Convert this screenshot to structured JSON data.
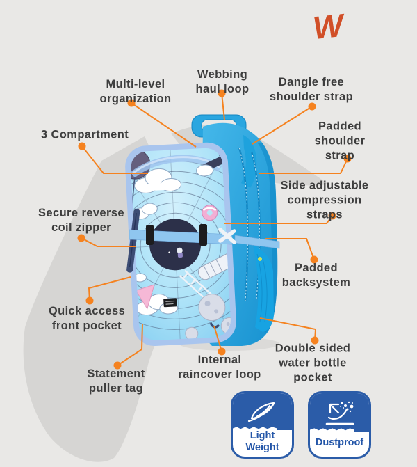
{
  "logo": {
    "letter": "W",
    "color": "#d14f28"
  },
  "colors": {
    "background": "#e9e8e6",
    "silhouette": "#d6d5d3",
    "callout_accent": "#f5821f",
    "label_text": "#3d3d3d",
    "backpack_blue": "#2aa7e1",
    "panel_periwinkle": "#a9c5ee",
    "print_cyan": "#b7e7f8",
    "badge_blue": "#2b5ca8"
  },
  "callouts": [
    {
      "label": "Multi-level\norganization"
    },
    {
      "label": "Webbing\nhaul loop"
    },
    {
      "label": "Dangle free\nshoulder strap"
    },
    {
      "label": "3 Compartment"
    },
    {
      "label": "Padded\nshoulder strap"
    },
    {
      "label": "Side adjustable\ncompression straps"
    },
    {
      "label": "Padded\nbacksystem"
    },
    {
      "label": "Secure reverse\ncoil zipper"
    },
    {
      "label": "Quick access\nfront pocket"
    },
    {
      "label": "Statement\npuller tag"
    },
    {
      "label": "Internal\nraincover loop"
    },
    {
      "label": "Double sided\nwater bottle\npocket"
    }
  ],
  "badges": [
    {
      "label": "Light\nWeight",
      "icon": "feather-icon"
    },
    {
      "label": "Dustproof",
      "icon": "dust-repel-icon"
    }
  ]
}
